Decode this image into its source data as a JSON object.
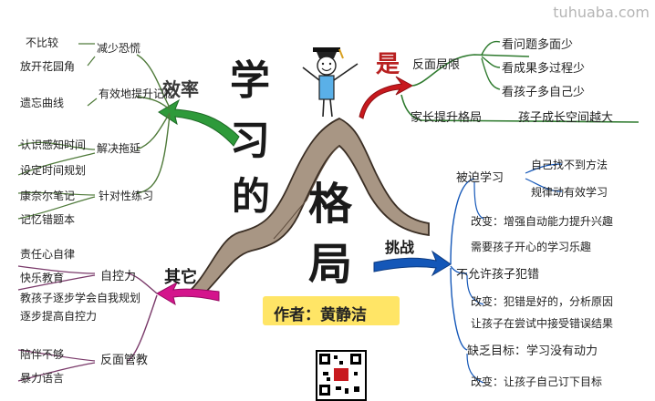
{
  "watermark": "tuhuaba.com",
  "title": {
    "c1": "学",
    "c2": "习",
    "c3": "的",
    "c4": "格",
    "c5": "局"
  },
  "author": "作者：黄静洁",
  "branches": {
    "shi": {
      "label": "是",
      "head": "反面局限",
      "items": [
        "看问题多面少",
        "看成果多过程少",
        "看孩子多自己少"
      ],
      "tail": "家长提升格局",
      "tail_note": "孩子成长空间越大"
    },
    "xiaolv": {
      "label": "效率",
      "g1_items": [
        "不比较",
        "减少恐慌",
        "放开花园角"
      ],
      "g2_head": "有效地提升记忆",
      "g2_items": [
        "遗忘曲线"
      ],
      "g3_head": "解决拖延",
      "g3_items": [
        "认识感知时间",
        "设定时间规划"
      ],
      "g4_head": "针对性练习",
      "g4_items": [
        "康奈尔笔记",
        "记忆错题本"
      ]
    },
    "tiaozhan": {
      "label": "挑战",
      "g1_head": "被迫学习",
      "g1_items": [
        "自己找不到方法",
        "规律动有效学习"
      ],
      "g1_fix": "改变：增强自动能力提升兴趣",
      "g1_fix2": "需要孩子开心的学习乐趣",
      "g2_head": "不允许孩子犯错",
      "g2_fix": "改变：犯错是好的，分析原因",
      "g2_fix2": "让孩子在尝试中接受错误结果",
      "g3_head": "缺乏目标：学习没有动力",
      "g3_fix": "改变：让孩子自己订下目标"
    },
    "qita": {
      "label": "其它",
      "g1_head": "自控力",
      "g1_items": [
        "责任心自律",
        "快乐教育"
      ],
      "g1_note1": "教孩子逐步学会自我规划",
      "g1_note2": "逐步提高自控力",
      "g2_head": "反面管教",
      "g2_items": [
        "陪伴不够",
        "暴力语言"
      ]
    }
  },
  "colors": {
    "shi_branch": "#c8191e",
    "xiaolv_branch": "#2e9a3a",
    "tiaozhan_branch": "#1457b8",
    "qita_branch": "#d4158c",
    "mountain": "#8a7868",
    "author_bg": "#ffe566",
    "figure_shirt": "#5ab0e8"
  },
  "icons": [
    "graduation-figure-icon",
    "mountain-icon",
    "qr-code-icon"
  ]
}
